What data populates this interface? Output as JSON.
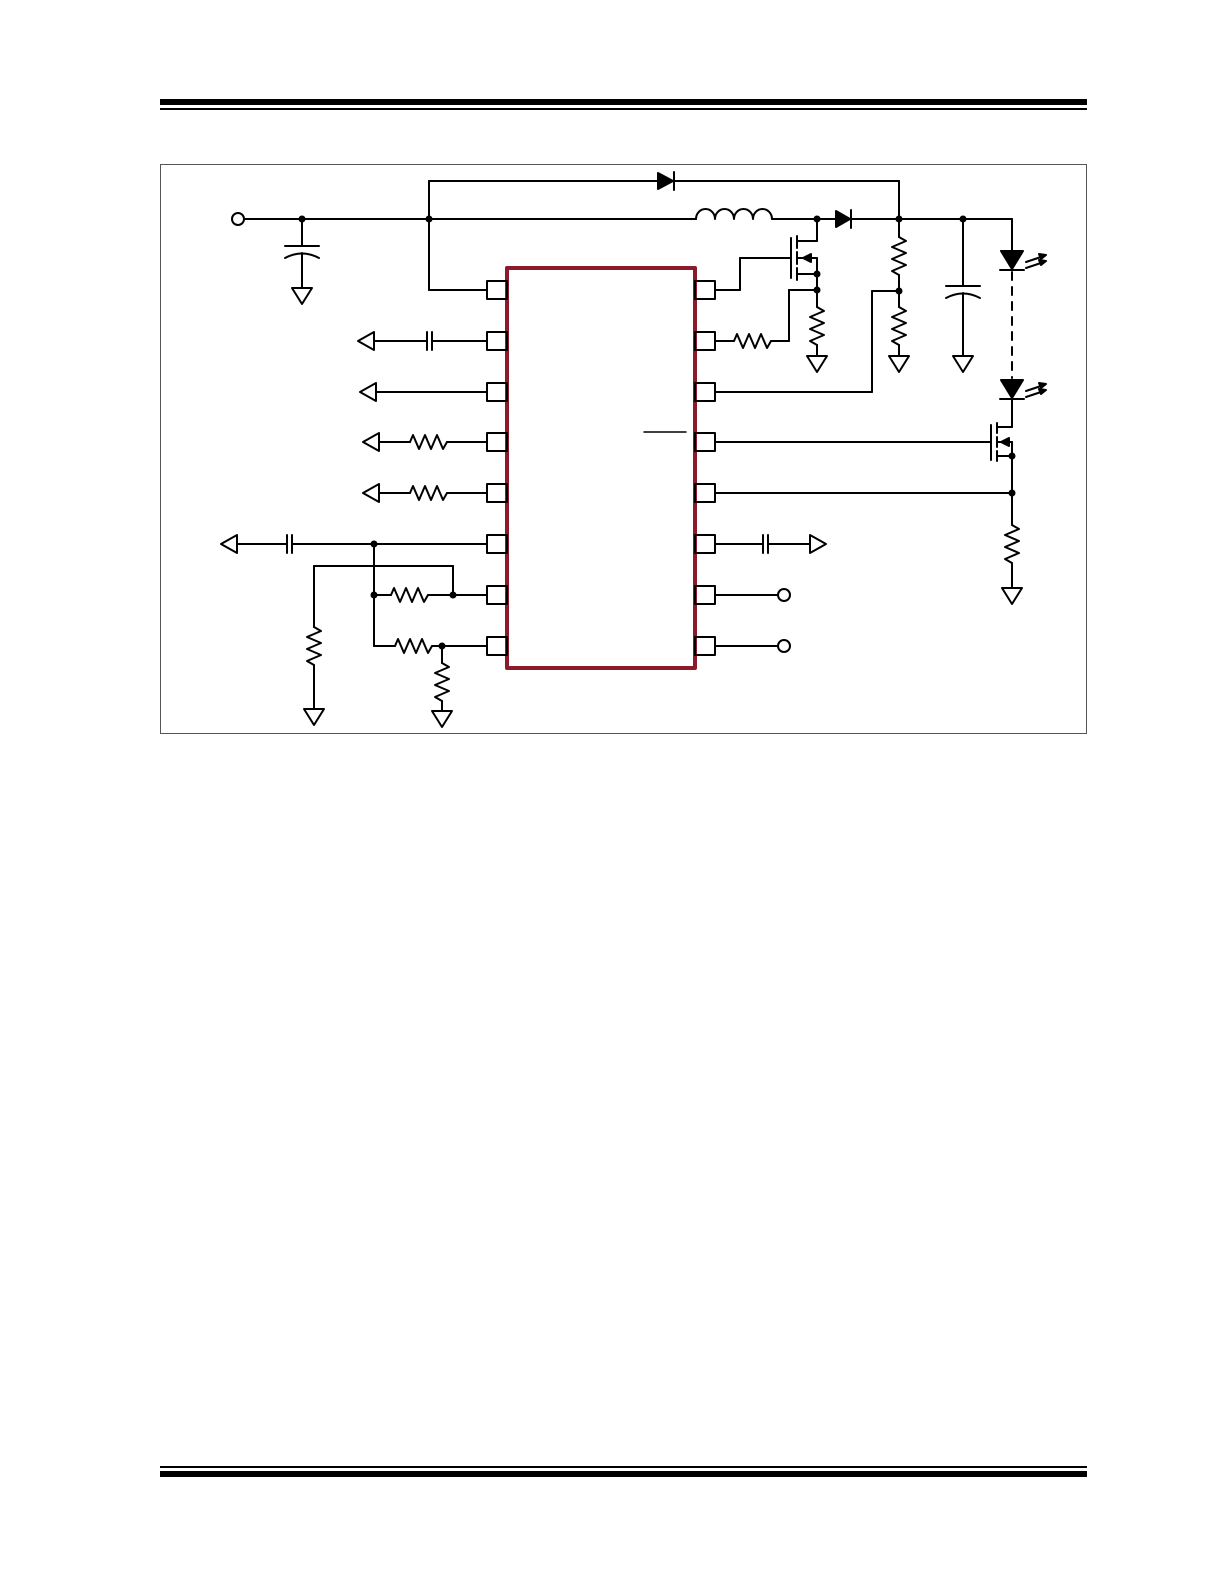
{
  "header": {},
  "footer": {},
  "diagram": {
    "title": "",
    "colors": {
      "wire": "#000000",
      "ic_outline": "#8b1a2b",
      "frame": "#555555",
      "rule": "#000000"
    },
    "components": [
      "input-terminal",
      "input-capacitor",
      "boost-inductor",
      "boost-diode",
      "bootstrap-diode",
      "boost-mosfet",
      "current-sense-resistor",
      "feedback-divider",
      "output-capacitor",
      "led-string",
      "dimming-mosfet",
      "led-sense-resistor",
      "controller-ic"
    ]
  }
}
